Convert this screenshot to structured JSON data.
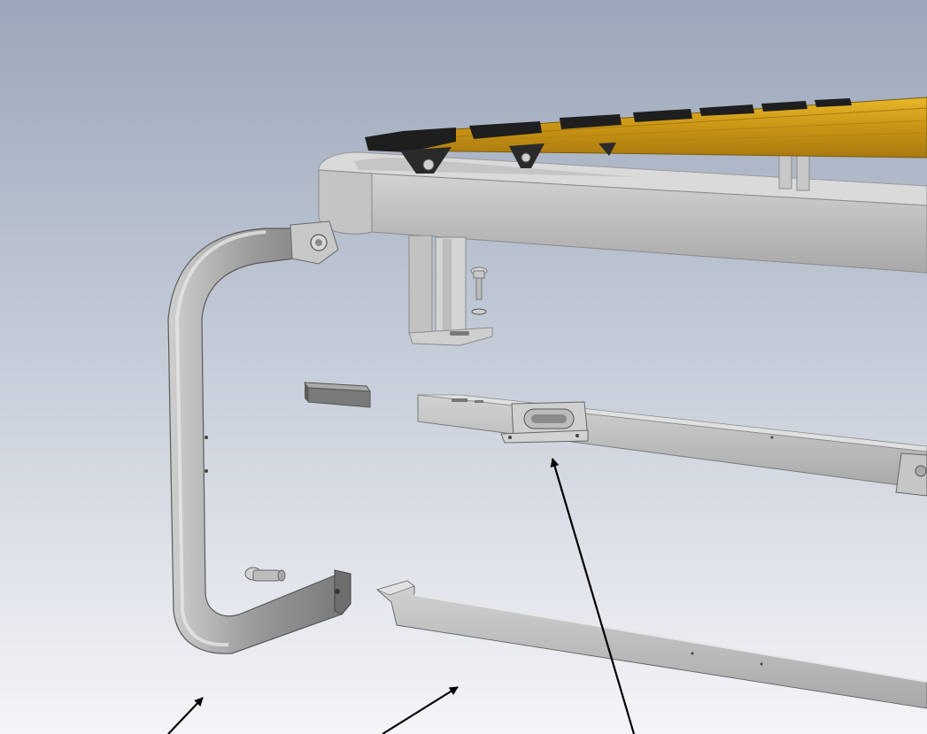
{
  "scene": {
    "description_type": "cad-exploded-assembly",
    "background": {
      "top": "#9aa6ba",
      "bottom": "#f4f5f8"
    },
    "colors": {
      "steel": "#bfbfbf",
      "steel_dark": "#8e8e8e",
      "steel_light": "#d9d9d9",
      "wood": "#d4a018",
      "wood_dark": "#a87910",
      "rubber": "#222222",
      "arrow": "#000000"
    }
  },
  "parts": [
    {
      "id": "deck-slats",
      "material": "wood"
    },
    {
      "id": "upper-frame-rail",
      "material": "steel"
    },
    {
      "id": "u-shaped-end-frame",
      "material": "steel"
    },
    {
      "id": "vertical-post-with-base-plate",
      "material": "steel"
    },
    {
      "id": "bolt",
      "material": "steel"
    },
    {
      "id": "washer",
      "material": "steel"
    },
    {
      "id": "connector-block",
      "material": "steel"
    },
    {
      "id": "middle-crossbar-with-bracket",
      "material": "steel"
    },
    {
      "id": "lower-rail",
      "material": "steel"
    },
    {
      "id": "pin",
      "material": "steel"
    }
  ],
  "callout_arrows": [
    {
      "id": "arrow-end-frame",
      "icon": "arrow-icon"
    },
    {
      "id": "arrow-lower-rail",
      "icon": "arrow-icon"
    },
    {
      "id": "arrow-bracket",
      "icon": "arrow-icon"
    }
  ]
}
